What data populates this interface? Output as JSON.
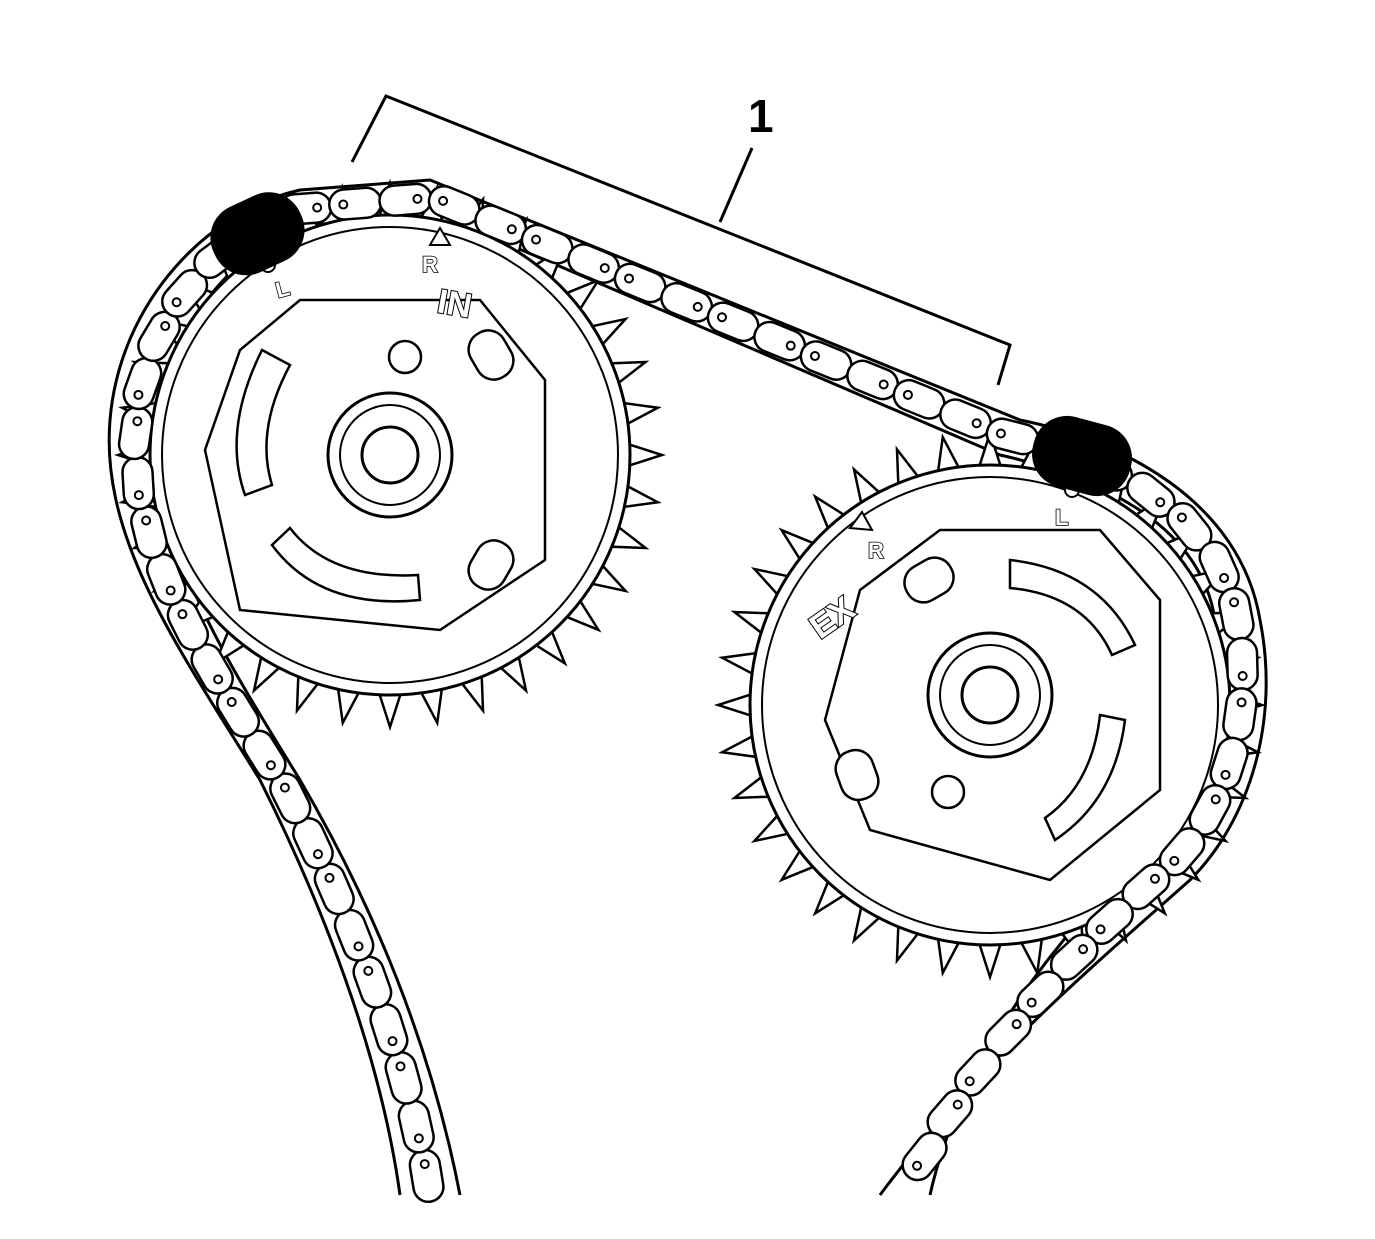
{
  "callout": {
    "number": "1"
  },
  "intake_sprocket": {
    "label": "IN",
    "timing_marks": [
      "L",
      "R"
    ]
  },
  "exhaust_sprocket": {
    "label": "EX",
    "timing_marks": [
      "L",
      "R"
    ]
  },
  "colors": {
    "line": "#000000",
    "background": "#ffffff"
  }
}
